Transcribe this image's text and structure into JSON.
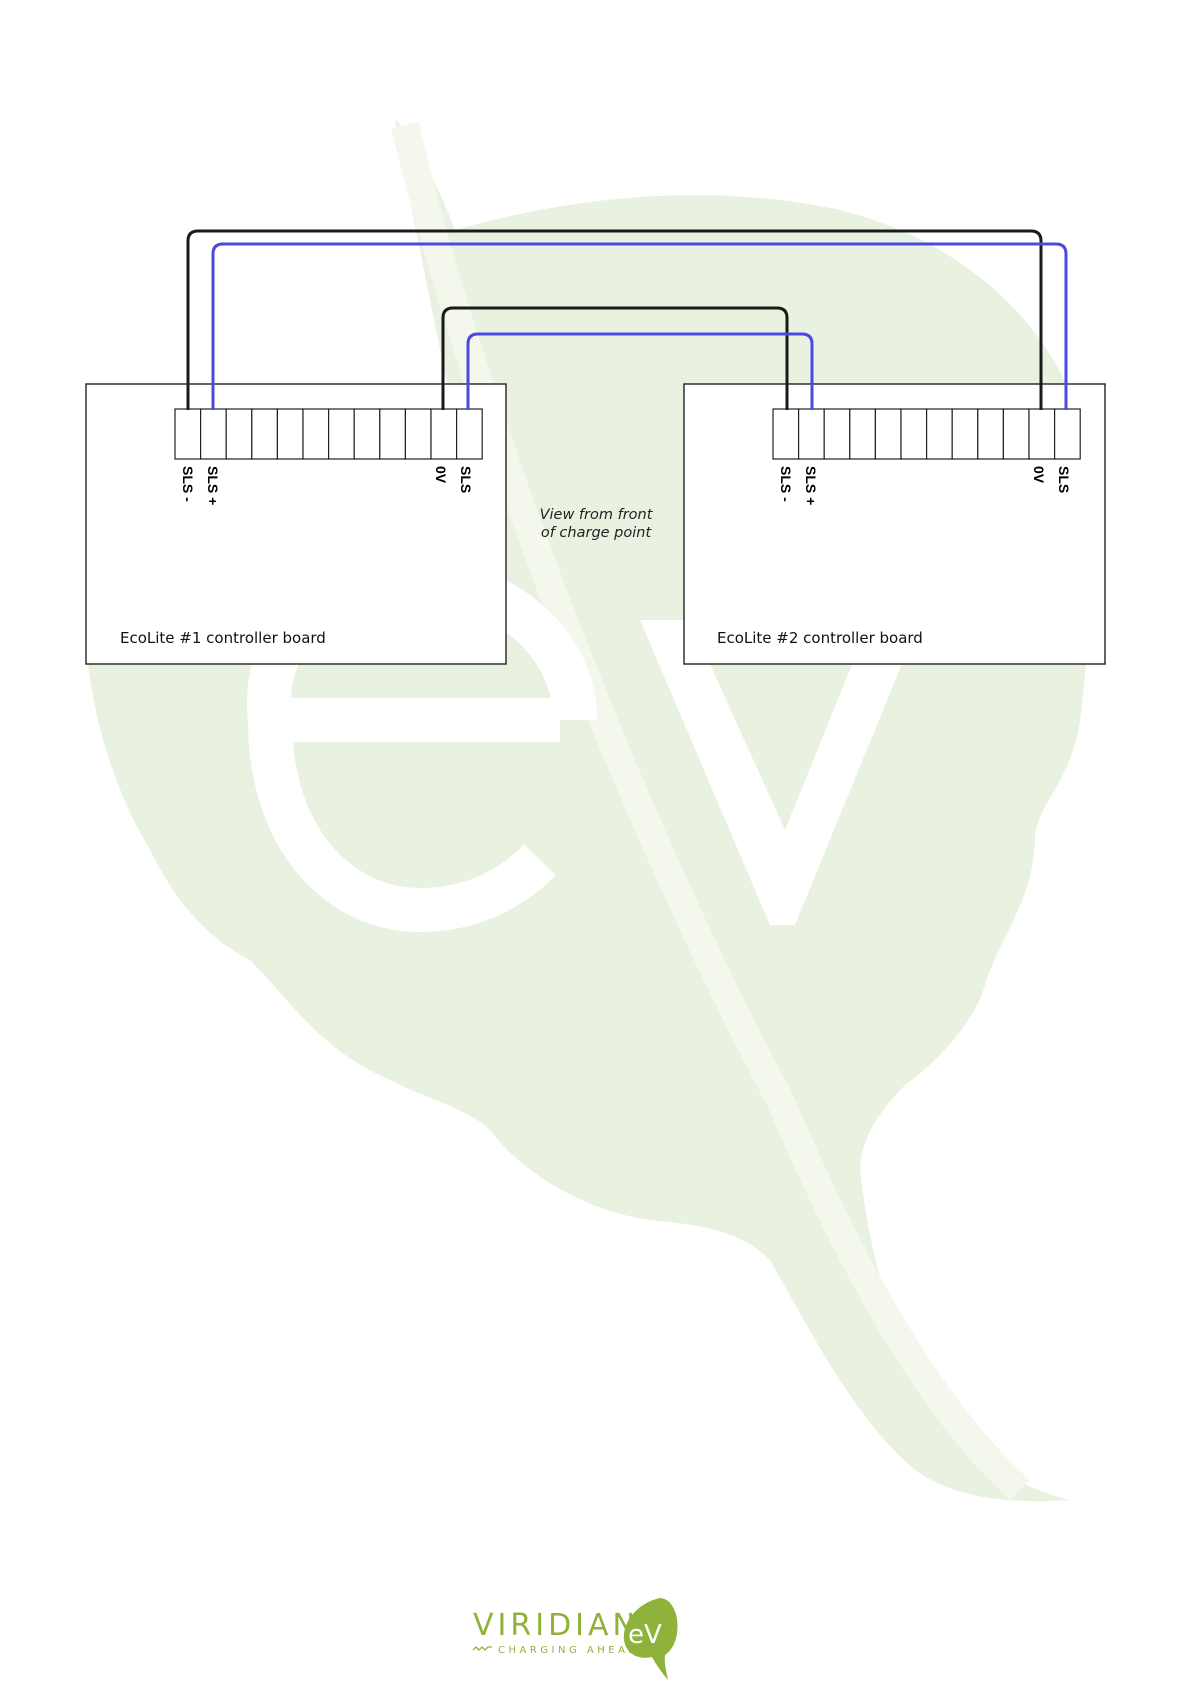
{
  "diagram": {
    "boards": [
      {
        "label": "EcoLite #1 controller board",
        "terminal_count": 12,
        "pin_labels": [
          "SLS -",
          "SLS +",
          "0V",
          "SLS"
        ]
      },
      {
        "label": "EcoLite #2 controller board",
        "terminal_count": 12,
        "pin_labels": [
          "SLS -",
          "SLS +",
          "0V",
          "SLS"
        ]
      }
    ],
    "view_note": {
      "line1": "View from front",
      "line2": "of charge point"
    },
    "wire_colors": {
      "black": "#1a1a1a",
      "blue": "#4a4ae0"
    },
    "connections": [
      {
        "from": "EcoLite #1 SLS -",
        "to": "EcoLite #2 0V",
        "color": "black"
      },
      {
        "from": "EcoLite #1 SLS +",
        "to": "EcoLite #2 SLS",
        "color": "blue"
      },
      {
        "from": "EcoLite #1 0V",
        "to": "EcoLite #2 SLS -",
        "color": "black"
      },
      {
        "from": "EcoLite #1 SLS",
        "to": "EcoLite #2 SLS +",
        "color": "blue"
      }
    ]
  },
  "watermark": {
    "icon": "leaf-ev-watermark",
    "color": "#e8f1e0"
  },
  "footer": {
    "brand": "VIRIDIAN",
    "brand_mark": "eV",
    "tagline": "CHARGING AHEAD",
    "brand_color": "#8fb33a"
  }
}
